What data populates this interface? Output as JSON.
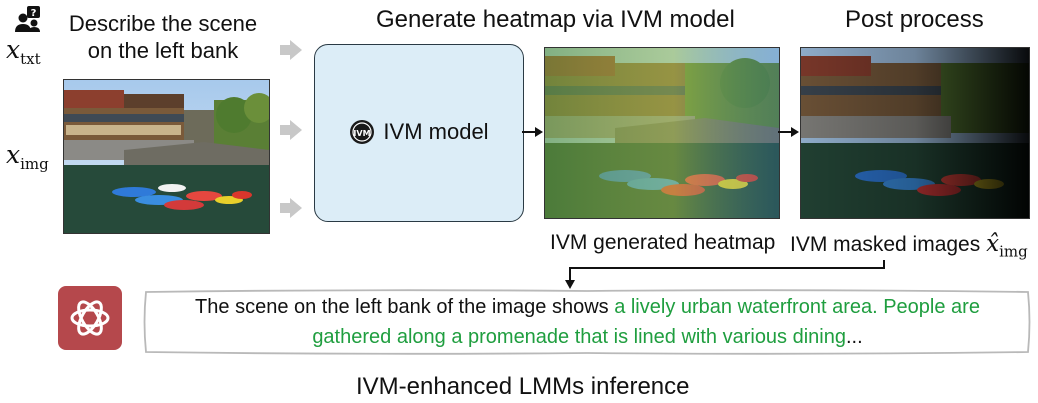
{
  "headers": {
    "generate": "Generate heatmap via IVM model",
    "post": "Post process"
  },
  "inputs": {
    "text_prompt_line1": "Describe the scene",
    "text_prompt_line2": "on the left bank",
    "x_txt_base": "x",
    "x_txt_sub": "txt",
    "x_img_base": "x",
    "x_img_sub": "img"
  },
  "model": {
    "label": "IVM model"
  },
  "captions": {
    "heatmap": "IVM generated heatmap",
    "masked": "IVM masked images",
    "masked_symbol_base": "x̂",
    "masked_symbol_sub": "img"
  },
  "response": {
    "plain": "The scene on the left bank of the image shows ",
    "highlight_line1": "a lively urban waterfront area. People are",
    "highlight_line2": "gathered along a promenade that is lined with various dining",
    "ellipsis": "..."
  },
  "footer": {
    "title": "IVM-enhanced LMMs inference"
  },
  "colors": {
    "model_box_fill": "#dcedf7",
    "highlight_text": "#1f9e3f",
    "gpt_icon_bg": "#b5484c",
    "arrow_grey": "#c8c8c8"
  },
  "icons": [
    "user-question-icon",
    "openai-logo-icon",
    "ivm-logo-icon"
  ]
}
